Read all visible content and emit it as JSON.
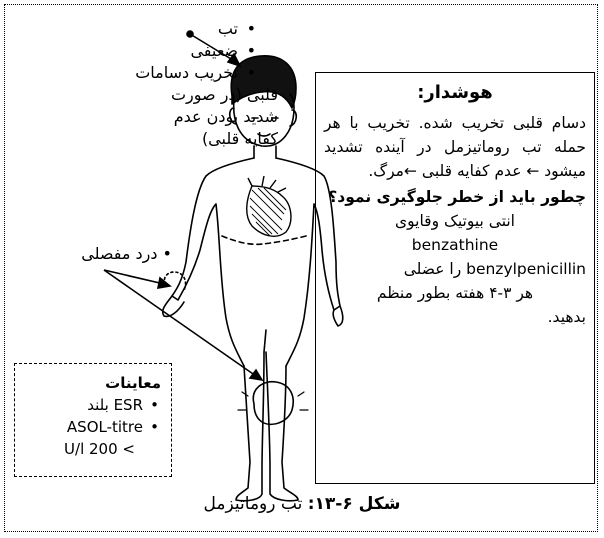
{
  "symptoms": {
    "items": [
      "تب",
      "ضعیفی",
      "تخریب دسامات",
      "قلبی (در صورت",
      "شدید بودن عدم",
      "کفایه قلبی)"
    ]
  },
  "joint_pain": "درد مفصلی",
  "warning": {
    "title": "هوشدار:",
    "body": "دسام قلبی تخریب شده. تخریب با هر حمله تب روماتیزمل در آینده تشدید میشود ← عدم کفایه قلبی ←مرگ.",
    "question": "چطور باید از خطر جلوگیری نمود؟",
    "treatment_line1": "انتی بیوتیک وقایوی",
    "treatment_line2": "benzathine",
    "treatment_line3": "benzylpenicillin را عضلی",
    "treatment_line4": "هر ۳-۴ هفته بطور منظم",
    "treatment_line5": "بدهید."
  },
  "exams": {
    "title": "معاینات",
    "item1": "ESR بلند",
    "item2": "ASOL-titre",
    "item3": "> 200 U/l"
  },
  "caption": {
    "label": "شکل ۶-۱۳:",
    "text": " تب روماتیزمل"
  }
}
